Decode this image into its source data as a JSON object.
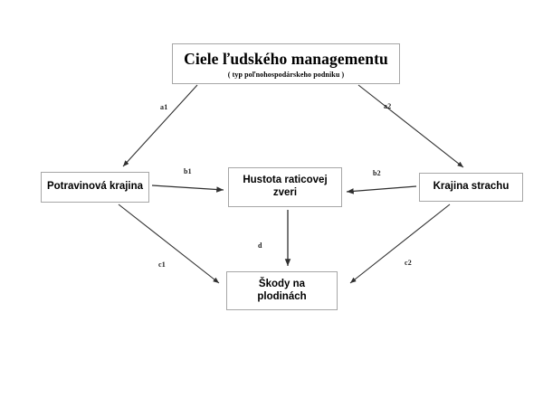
{
  "diagram": {
    "title": "Ciele ľudského managementu",
    "nodes": {
      "goal": {
        "label": "Ciele ľudského managementu",
        "sublabel": "( typ poľnohospodárskeho podniku )"
      },
      "food_landscape": {
        "label": "Potravinová krajina"
      },
      "ungulate_density": {
        "line1": "Hustota raticovej",
        "line2": "zveri"
      },
      "fear_landscape": {
        "label": "Krajina strachu"
      },
      "crop_damage": {
        "line1": "Škody na",
        "line2": "plodinách"
      }
    },
    "edge_labels": {
      "a1": "a1",
      "a2": "a2",
      "b1": "b1",
      "b2": "b2",
      "c1": "c1",
      "c2": "c2",
      "d": "d"
    },
    "colors": {
      "stroke": "#3a3a3a",
      "box_border": "#a6a6a6",
      "text": "#000000",
      "background": "#ffffff"
    }
  }
}
